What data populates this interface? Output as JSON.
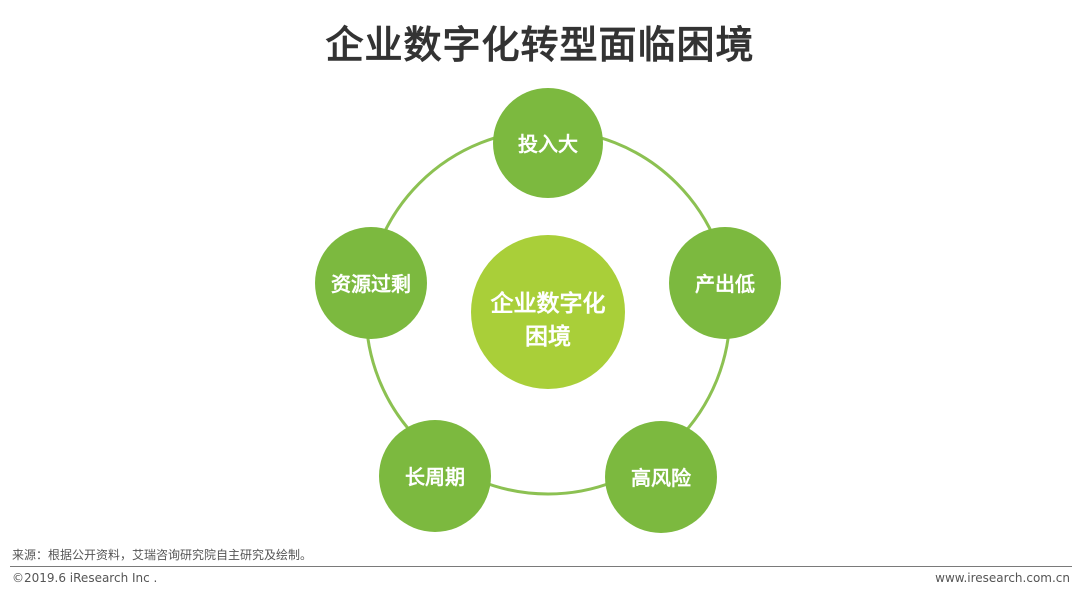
{
  "title": "企业数字化转型面临困境",
  "center": {
    "line1": "企业数字化",
    "line2": "困境",
    "color": "#a9cf39"
  },
  "nodes": [
    {
      "label": "投入大"
    },
    {
      "label": "产出低"
    },
    {
      "label": "高风险"
    },
    {
      "label": "长周期"
    },
    {
      "label": "资源过剩"
    }
  ],
  "colors": {
    "node": "#7cb93f",
    "ring": "#8cc152"
  },
  "footer": {
    "source": "来源：根据公开资料，艾瑞咨询研究院自主研究及绘制。",
    "copyright": "©2019.6 iResearch Inc .",
    "website": "www.iresearch.com.cn"
  }
}
